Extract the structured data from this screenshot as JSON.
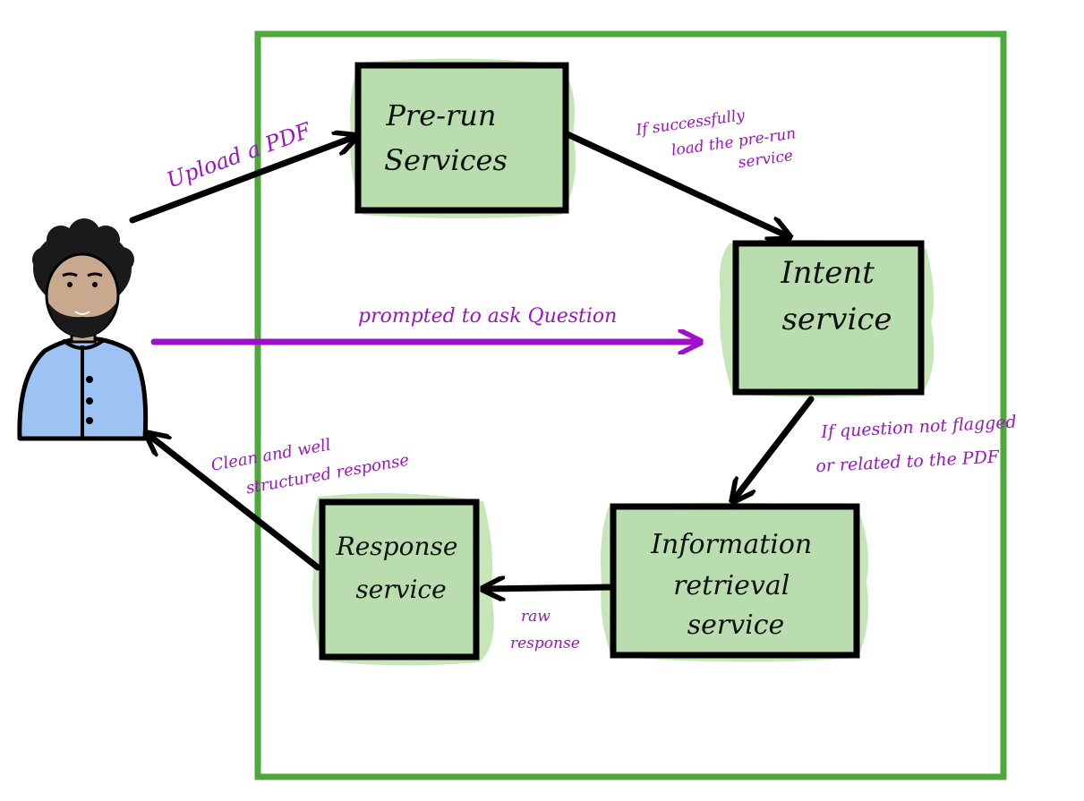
{
  "colors": {
    "frame": "#4EA83A",
    "box_fill": "#B9DDAE",
    "box_blob": "#C6E6BA",
    "box_border": "#000000",
    "arrow": "#000000",
    "accent": "#A010CC",
    "note_text": "#9B14C2",
    "shirt": "#9DC3F5",
    "skin": "#C9A98E",
    "hair": "#1A1A1A"
  },
  "nodes": {
    "pre_run": {
      "lines": [
        "Pre-run",
        "Services"
      ]
    },
    "intent": {
      "lines": [
        "Intent",
        "service"
      ]
    },
    "retrieval": {
      "lines": [
        "Information",
        "retrieval",
        "service"
      ]
    },
    "response": {
      "lines": [
        "Response",
        "service"
      ]
    }
  },
  "edges": {
    "upload": {
      "text": "Upload a PDF"
    },
    "success": {
      "lines": [
        "If successfully",
        "load the pre-run",
        "service"
      ]
    },
    "prompted": {
      "text": "prompted to ask Question"
    },
    "flagged": {
      "lines": [
        "If question not flagged",
        "or related to the PDF"
      ]
    },
    "raw": {
      "lines": [
        "raw",
        "response"
      ]
    },
    "clean": {
      "lines": [
        "Clean and well",
        "structured response"
      ]
    }
  },
  "icons": {
    "user": "user-avatar-icon"
  }
}
